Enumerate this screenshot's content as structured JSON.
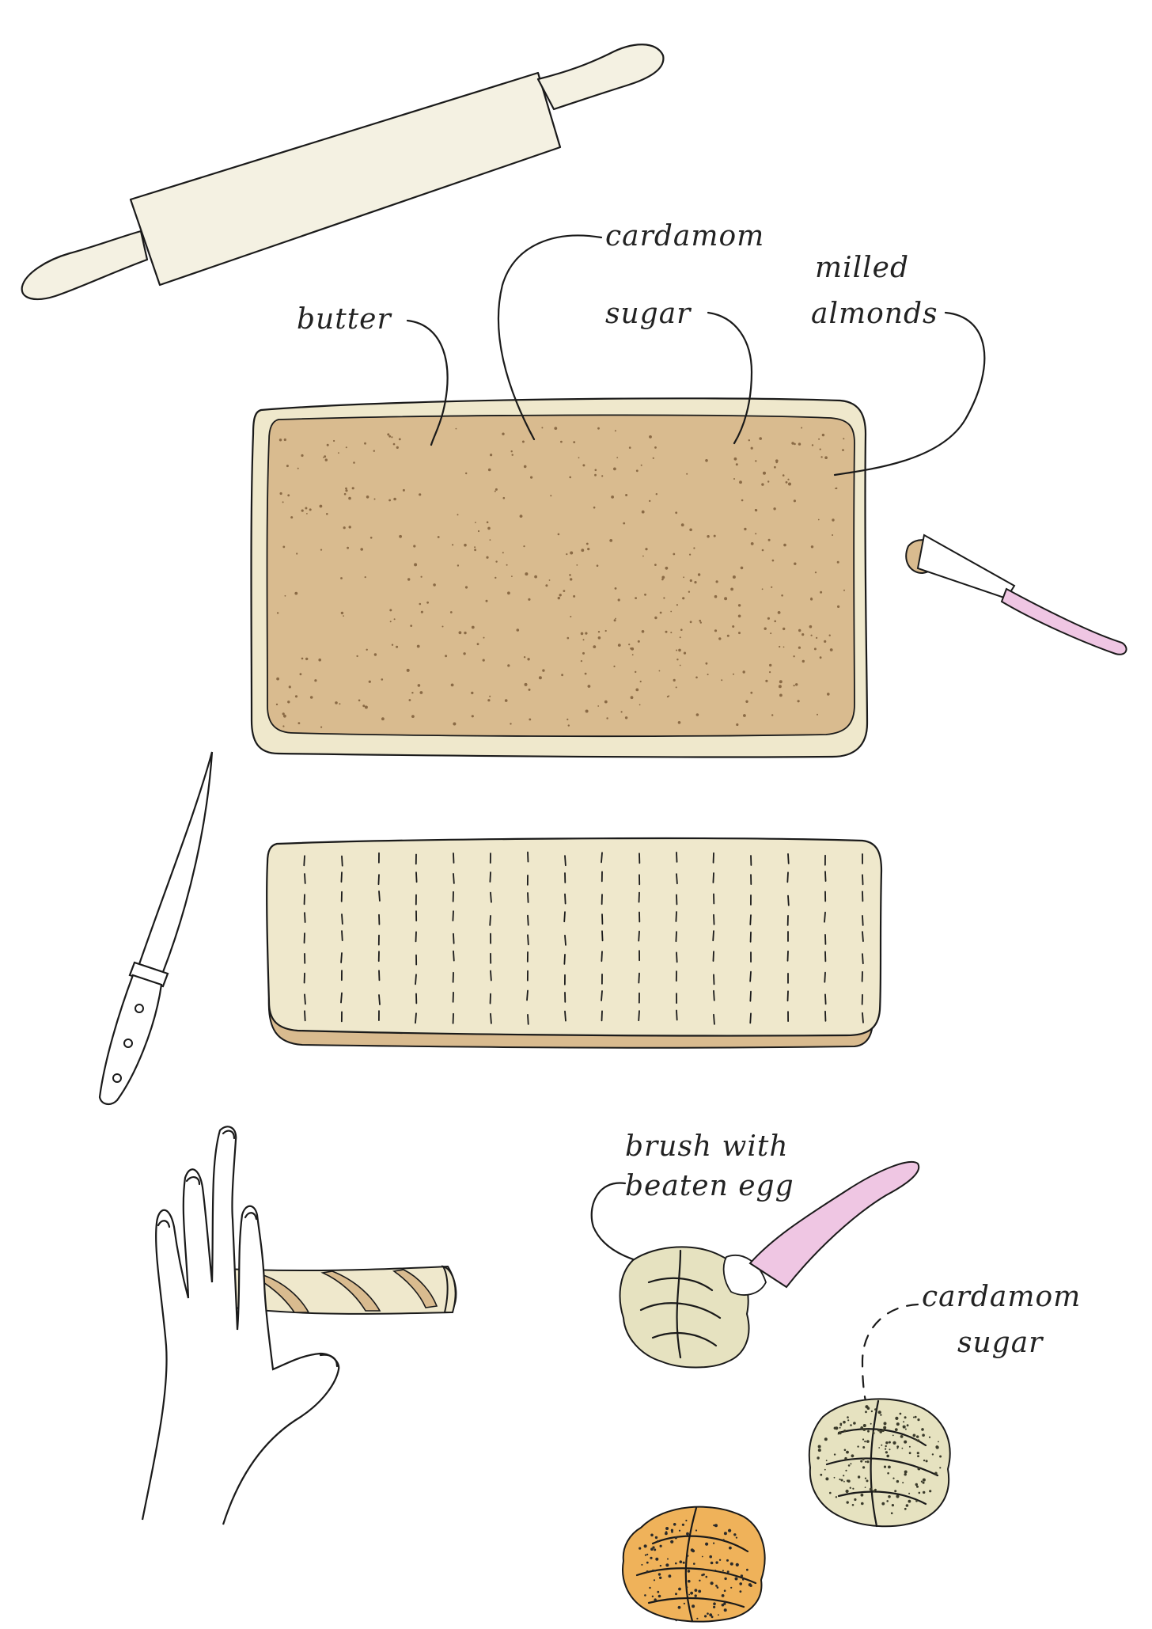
{
  "labels": {
    "butter": "butter",
    "cardamom": "cardamom",
    "sugar": "sugar",
    "milled": "milled",
    "almonds": "almonds",
    "brush_with": "brush with",
    "beaten_egg": "beaten egg",
    "cardamom2": "cardamom",
    "sugar2": "sugar"
  },
  "colors": {
    "dough": "#efe8cc",
    "filling": "#d9bb8f",
    "speckle": "#8a6a45",
    "rolling_pin": "#f4f1e2",
    "brush_handle": "#efc6e3",
    "baked_bun": "#efb25a",
    "ink": "#1a1a1a"
  }
}
